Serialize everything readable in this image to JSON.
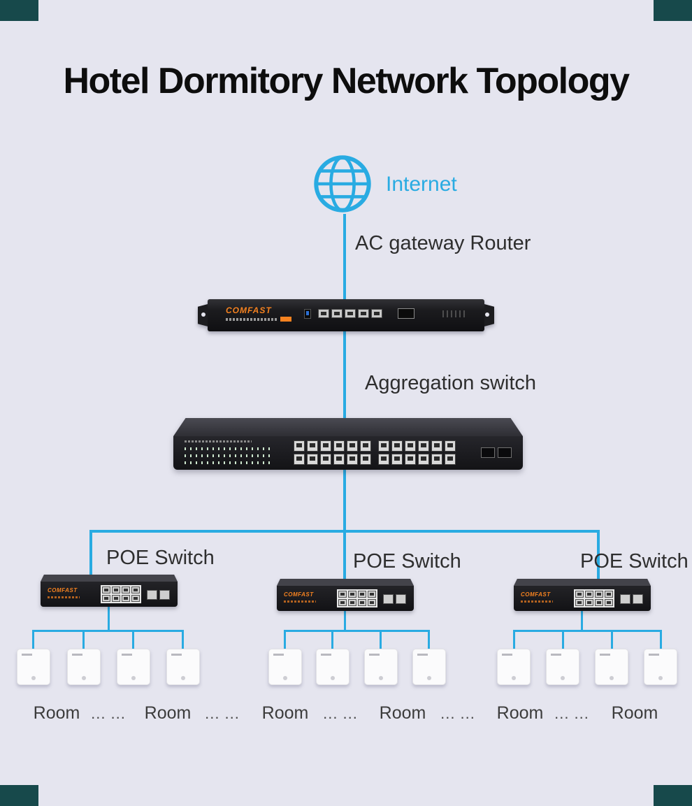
{
  "colors": {
    "background": "#e5e5ef",
    "corner_accent": "#17494b",
    "connection_line": "#29abe2",
    "brand_orange": "#f58220",
    "title_text": "#0d0d0d",
    "label_text": "#2e2e2e"
  },
  "title": "Hotel Dormitory Network Topology",
  "internet": {
    "label": "Internet"
  },
  "router": {
    "label": "AC gateway Router",
    "brand": "COMFAST"
  },
  "aggregation_switch": {
    "label": "Aggregation switch"
  },
  "poe_switches": [
    {
      "label": "POE Switch",
      "brand": "COMFAST"
    },
    {
      "label": "POE Switch",
      "brand": "COMFAST"
    },
    {
      "label": "POE Switch",
      "brand": "COMFAST"
    }
  ],
  "room_row": [
    "Room",
    "... ...",
    "Room",
    "... ...",
    "Room",
    "... ...",
    "Room",
    "... ...",
    "Room",
    "... ...",
    "Room"
  ]
}
